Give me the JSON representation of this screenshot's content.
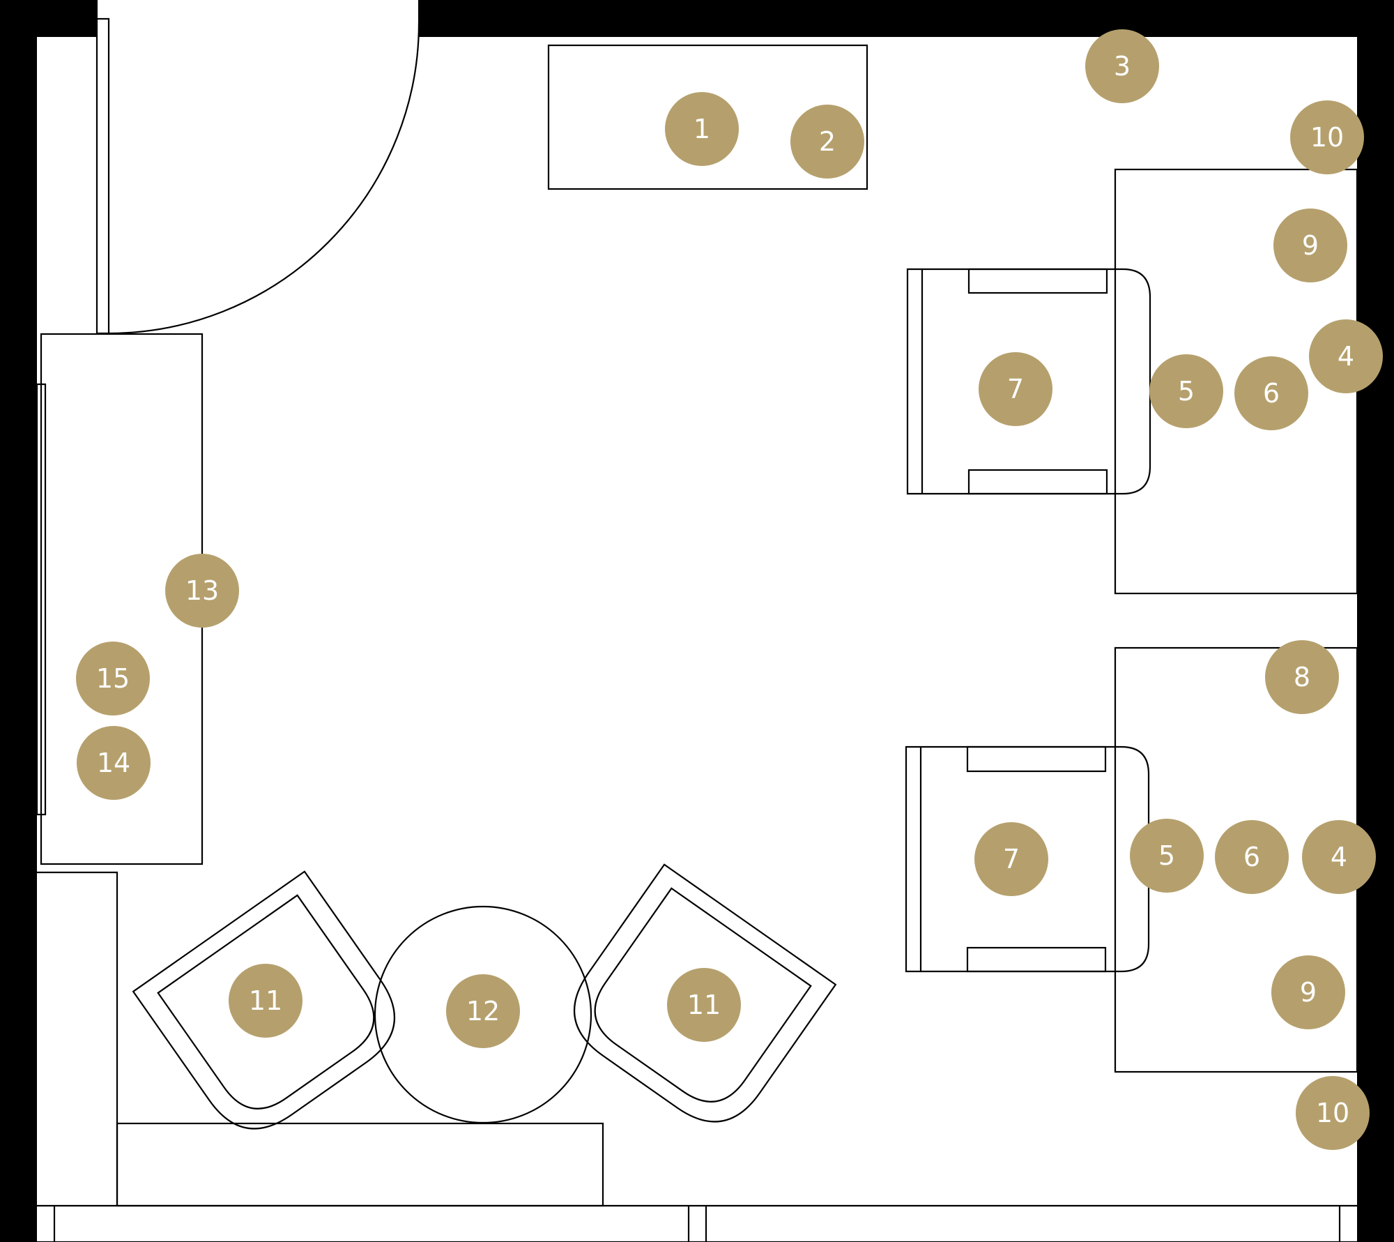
{
  "colors": {
    "wall": "#000000",
    "marker": "#b5a06d",
    "marker_text": "#ffffff",
    "line": "#000000",
    "background": "#ffffff"
  },
  "markers": [
    {
      "label": "1"
    },
    {
      "label": "2"
    },
    {
      "label": "3"
    },
    {
      "label": "10"
    },
    {
      "label": "9"
    },
    {
      "label": "4"
    },
    {
      "label": "5"
    },
    {
      "label": "6"
    },
    {
      "label": "7"
    },
    {
      "label": "13"
    },
    {
      "label": "15"
    },
    {
      "label": "14"
    },
    {
      "label": "8"
    },
    {
      "label": "5"
    },
    {
      "label": "6"
    },
    {
      "label": "4"
    },
    {
      "label": "7"
    },
    {
      "label": "9"
    },
    {
      "label": "10"
    },
    {
      "label": "11"
    },
    {
      "label": "12"
    },
    {
      "label": "11"
    }
  ]
}
